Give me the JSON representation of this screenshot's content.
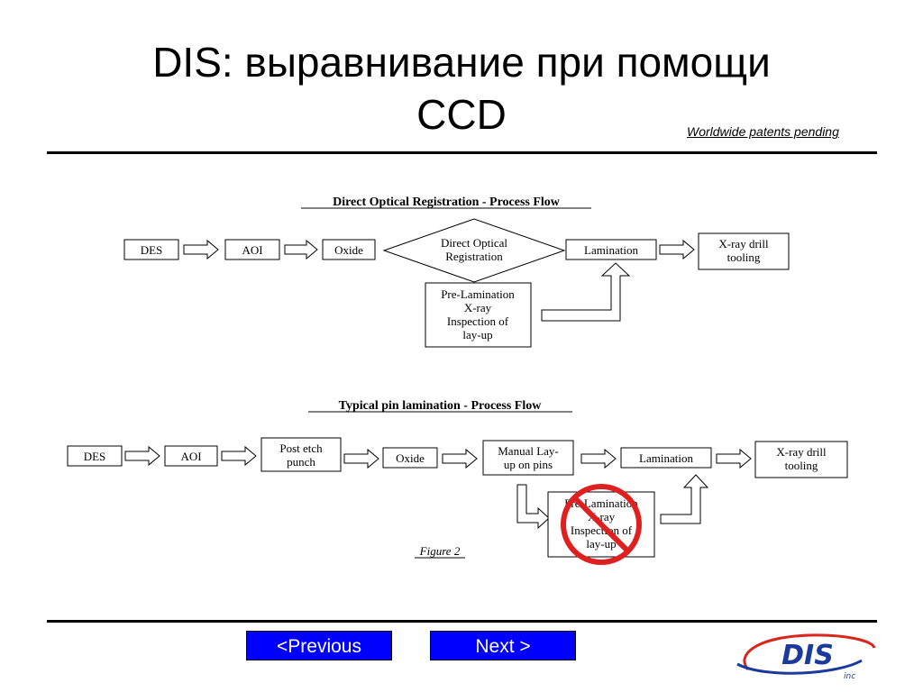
{
  "header": {
    "title_line1": "DIS: выравнивание при помощи",
    "title_line2": "CCD",
    "patent_link": "Worldwide patents pending"
  },
  "diagram1": {
    "title": "Direct Optical Registration - Process Flow",
    "des": "DES",
    "aoi": "AOI",
    "oxide": "Oxide",
    "dor_line1": "Direct Optical",
    "dor_line2": "Registration",
    "lamination": "Lamination",
    "xray_line1": "X-ray drill",
    "xray_line2": "tooling",
    "prelam_line1": "Pre-Lamination",
    "prelam_line2": "X-ray",
    "prelam_line3": "Inspection of",
    "prelam_line4": "lay-up"
  },
  "diagram2": {
    "title": "Typical pin lamination - Process Flow",
    "des": "DES",
    "aoi": "AOI",
    "postetch_line1": "Post etch",
    "postetch_line2": "punch",
    "oxide": "Oxide",
    "manual_line1": "Manual Lay-",
    "manual_line2": "up on pins",
    "lamination": "Lamination",
    "xray_line1": "X-ray drill",
    "xray_line2": "tooling",
    "prelam_line1": "Pre-Lamination",
    "prelam_line2": "X-ray",
    "prelam_line3": "Inspection of",
    "prelam_line4": "lay-up",
    "caption": "Figure 2"
  },
  "nav": {
    "previous": "<Previous",
    "next": "Next >"
  },
  "logo": {
    "text": "DIS",
    "suffix": "inc"
  },
  "colors": {
    "nav_button": "#0000ff",
    "logo_blue": "#1a3a9c",
    "logo_red": "#d9261c",
    "prohibition_red": "#e02020"
  }
}
